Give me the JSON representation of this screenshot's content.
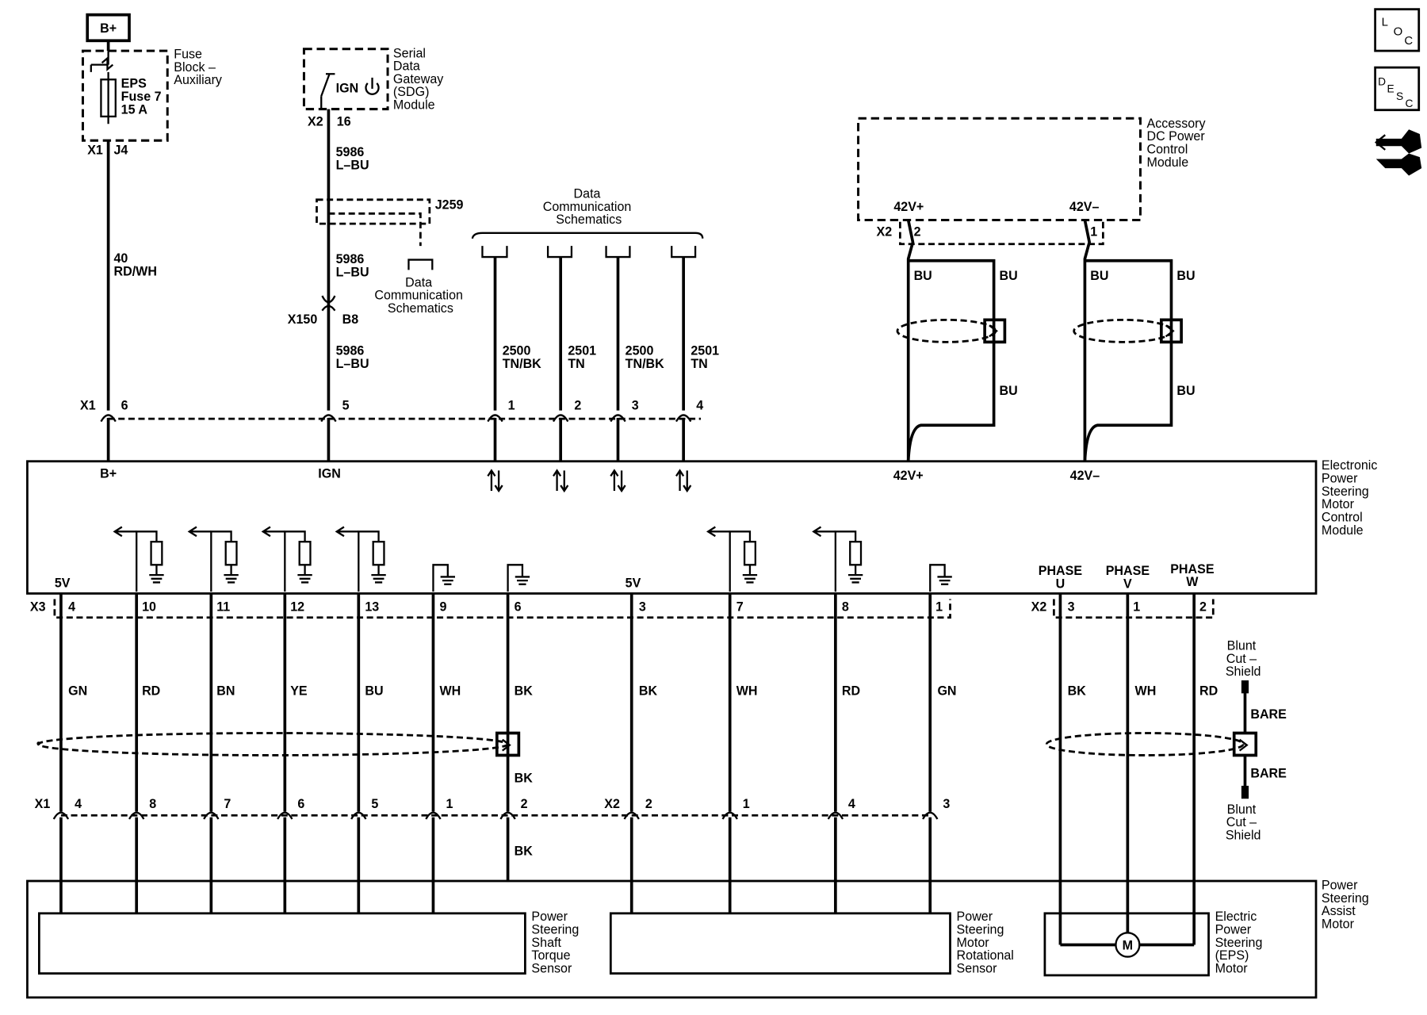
{
  "power": {
    "bplus": "B+"
  },
  "fuse_block": {
    "name": [
      "Fuse",
      "Block –",
      "Auxiliary"
    ],
    "fuse": [
      "EPS",
      "Fuse 7",
      "15 A"
    ],
    "conn": "X1",
    "pin": "J4"
  },
  "sdg": {
    "name": [
      "Serial",
      "Data",
      "Gateway",
      "(SDG)",
      "Module"
    ],
    "ign": "IGN",
    "conn": "X2",
    "pin": "16"
  },
  "wires_top": {
    "bplus_circuit": "40",
    "bplus_color": "RD/WH",
    "ign_circuit_a": "5986",
    "ign_color_a": "L–BU",
    "ign_circuit_b": "5986",
    "ign_color_b": "L–BU",
    "ign_circuit_c": "5986",
    "ign_color_c": "L–BU",
    "j259": "J259",
    "x150": "X150",
    "x150_pin": "B8"
  },
  "data_comm": {
    "label": [
      "Data",
      "Communication",
      "Schematics"
    ]
  },
  "data_wires": [
    {
      "circuit": "2500",
      "color": "TN/BK",
      "pin": "1"
    },
    {
      "circuit": "2501",
      "color": "TN",
      "pin": "2"
    },
    {
      "circuit": "2500",
      "color": "TN/BK",
      "pin": "3"
    },
    {
      "circuit": "2501",
      "color": "TN",
      "pin": "4"
    }
  ],
  "accessory": {
    "name": [
      "Accessory",
      "DC Power",
      "Control",
      "Module"
    ],
    "pos": "42V+",
    "neg": "42V–",
    "conn": "X2",
    "pin_pos": "2",
    "pin_neg": "1",
    "bu": "BU"
  },
  "module_top": {
    "conn": "X1",
    "pin_bplus": "6",
    "pin_ign": "5",
    "bplus": "B+",
    "ign": "IGN",
    "pos": "42V+",
    "neg": "42V–"
  },
  "eps_module": {
    "name": [
      "Electronic",
      "Power",
      "Steering",
      "Motor",
      "Control",
      "Module"
    ]
  },
  "module_bottom": {
    "x3": "X3",
    "x2": "X2",
    "fivev_a": "5V",
    "fivev_b": "5V",
    "phase_u": [
      "PHASE",
      "U"
    ],
    "phase_v": [
      "PHASE",
      "V"
    ],
    "phase_w": [
      "PHASE",
      "W"
    ]
  },
  "bottom_wires": [
    {
      "pin": "4",
      "color": "GN",
      "pin2": "4"
    },
    {
      "pin": "10",
      "color": "RD",
      "pin2": "8"
    },
    {
      "pin": "11",
      "color": "BN",
      "pin2": "7"
    },
    {
      "pin": "12",
      "color": "YE",
      "pin2": "6"
    },
    {
      "pin": "13",
      "color": "BU",
      "pin2": "5"
    },
    {
      "pin": "9",
      "color": "WH",
      "pin2": "1"
    },
    {
      "pin": "6",
      "color": "BK",
      "pin2": "2"
    },
    {
      "pin": "3",
      "color": "BK",
      "pin2": "2"
    },
    {
      "pin": "7",
      "color": "WH",
      "pin2": "1"
    },
    {
      "pin": "8",
      "color": "RD",
      "pin2": "4"
    },
    {
      "pin": "1",
      "color": "GN",
      "pin2": "3"
    }
  ],
  "bottom_conns": {
    "x1": "X1",
    "x2": "X2",
    "bk": "BK"
  },
  "phase_wires": [
    {
      "pin": "3",
      "color": "BK"
    },
    {
      "pin": "1",
      "color": "WH"
    },
    {
      "pin": "2",
      "color": "RD"
    }
  ],
  "shield": {
    "blunt": [
      "Blunt",
      "Cut –",
      "Shield"
    ],
    "bare": "BARE"
  },
  "sensors": {
    "torque": [
      "Power",
      "Steering",
      "Shaft",
      "Torque",
      "Sensor"
    ],
    "rotational": [
      "Power",
      "Steering",
      "Motor",
      "Rotational",
      "Sensor"
    ],
    "motor": [
      "Electric",
      "Power",
      "Steering",
      "(EPS)",
      "Motor"
    ],
    "motor_symbol": "M",
    "assist": [
      "Power",
      "Steering",
      "Assist",
      "Motor"
    ]
  },
  "icons": {
    "loc": [
      "L",
      "O",
      "C"
    ],
    "desc": [
      "D",
      "E",
      "S",
      "C"
    ]
  }
}
